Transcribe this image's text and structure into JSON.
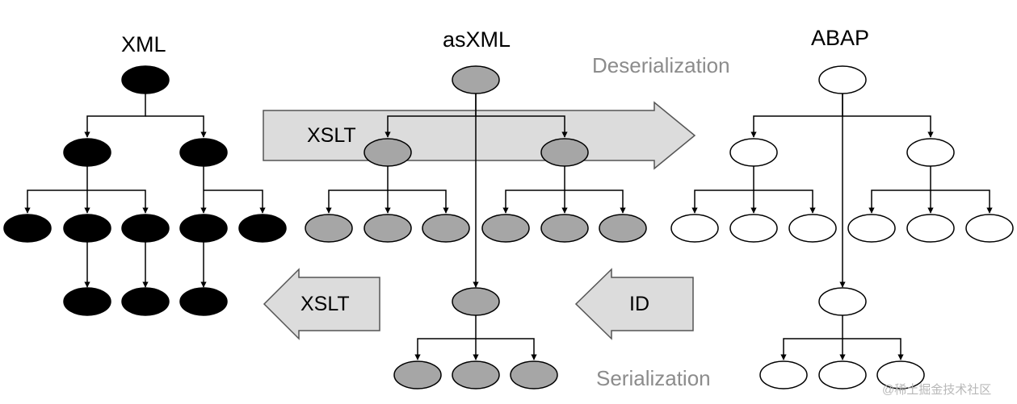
{
  "titles": {
    "xml": "XML",
    "asxml": "asXML",
    "abap": "ABAP"
  },
  "processes": {
    "deserialization": "Deserialization",
    "serialization": "Serialization"
  },
  "arrows": {
    "xslt_deserialize": "XSLT",
    "xslt_serialize": "XSLT",
    "id_serialize": "ID"
  },
  "watermark": "@稀土掘金技术社区",
  "colors": {
    "xml_node": "#000000",
    "asxml_node": "#a6a6a6",
    "abap_node": "#ffffff",
    "arrow_fill": "#dcdcdc",
    "process_text": "#8c8c8c"
  }
}
